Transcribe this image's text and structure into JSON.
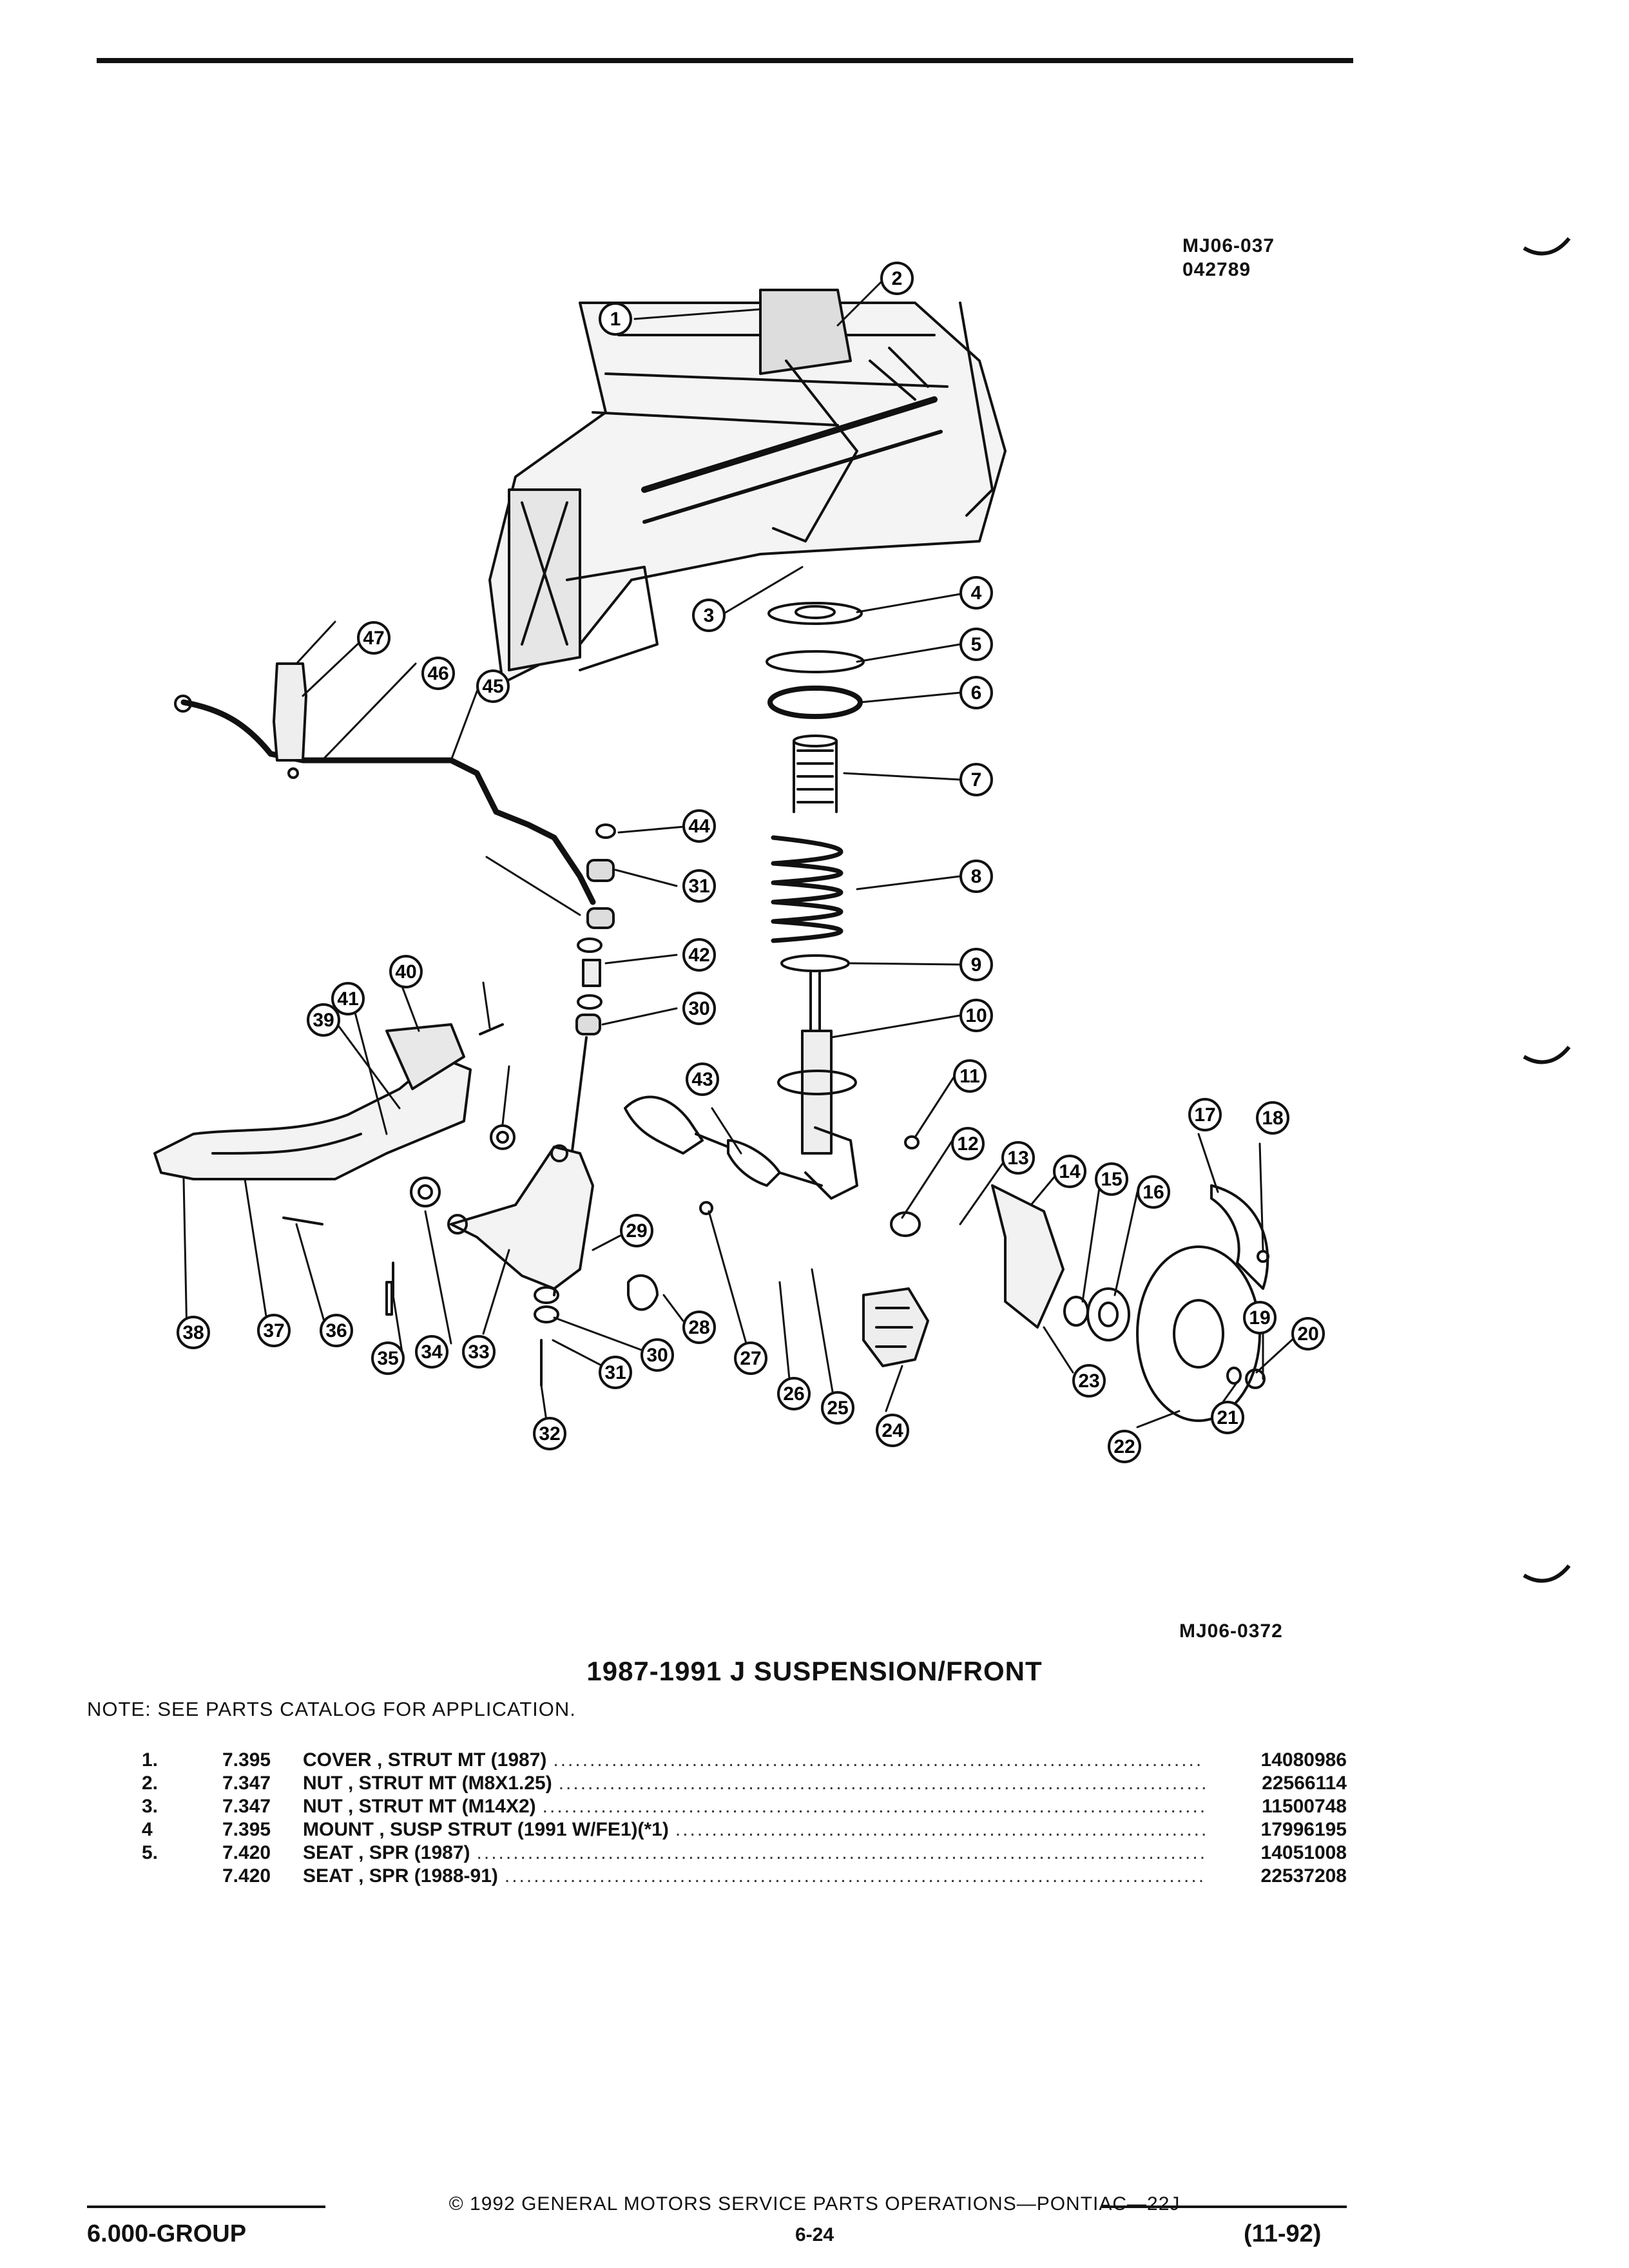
{
  "figure": {
    "code_top": "MJ06-037",
    "date_code": "042789",
    "code_bottom": "MJ06-0372",
    "callouts": [
      "1",
      "2",
      "3",
      "4",
      "5",
      "6",
      "7",
      "8",
      "9",
      "10",
      "11",
      "12",
      "13",
      "14",
      "15",
      "16",
      "17",
      "18",
      "19",
      "20",
      "21",
      "22",
      "23",
      "24",
      "25",
      "26",
      "27",
      "28",
      "29",
      "30",
      "31",
      "32",
      "33",
      "34",
      "35",
      "36",
      "37",
      "38",
      "39",
      "40",
      "41",
      "42",
      "43",
      "44",
      "45",
      "46",
      "47"
    ]
  },
  "title": "1987-1991 J SUSPENSION/FRONT",
  "note": "NOTE:  SEE PARTS CATALOG FOR APPLICATION.",
  "parts": [
    {
      "num": "1.",
      "code": "7.395",
      "desc": "COVER , STRUT MT (1987)",
      "part": "14080986"
    },
    {
      "num": "2.",
      "code": "7.347",
      "desc": "NUT , STRUT MT (M8X1.25)",
      "part": "22566114"
    },
    {
      "num": "3.",
      "code": "7.347",
      "desc": "NUT , STRUT MT (M14X2)",
      "part": "11500748"
    },
    {
      "num": "4",
      "code": "7.395",
      "desc": "MOUNT , SUSP STRUT (1991 W/FE1)(*1)",
      "part": "17996195"
    },
    {
      "num": "5.",
      "code": "7.420",
      "desc": "SEAT , SPR (1987)",
      "part": "14051008"
    },
    {
      "num": "",
      "code": "7.420",
      "desc": "SEAT , SPR (1988-91)",
      "part": "22537208"
    }
  ],
  "footer": {
    "copyright": "© 1992 GENERAL MOTORS SERVICE PARTS OPERATIONS—PONTIAC—22J",
    "group": "6.000-GROUP",
    "page": "6-24",
    "date": "(11-92)"
  }
}
